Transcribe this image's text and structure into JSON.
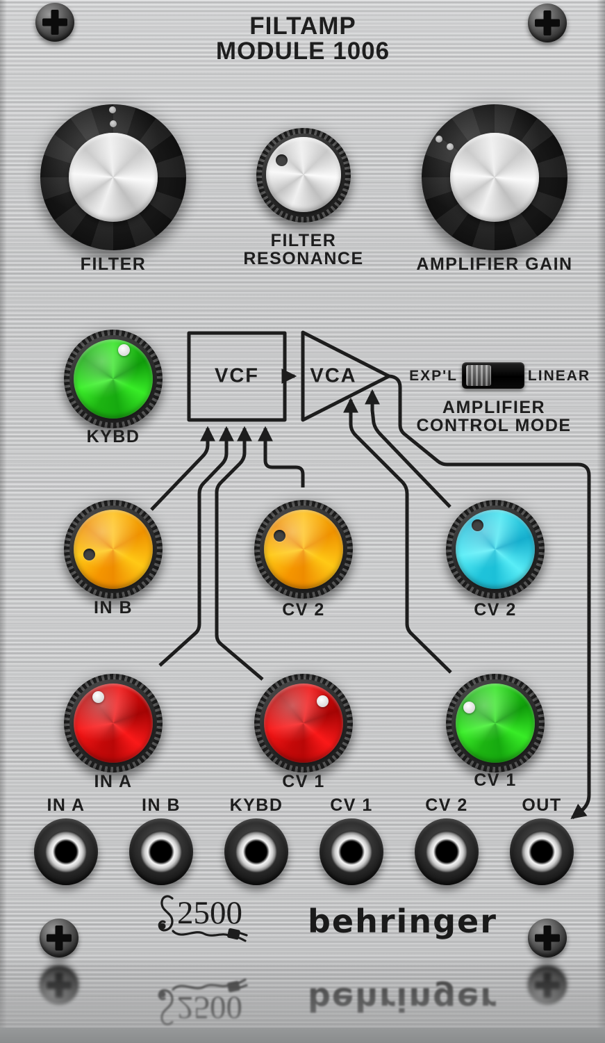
{
  "panel": {
    "title_line1": "FILTAMP",
    "title_line2": "MODULE 1006",
    "brand": "behringer",
    "series_logo": "2500",
    "colors": {
      "panel": "#c9cacb",
      "ink": "#1d1d1d",
      "knob_green": "#22cc1e",
      "knob_orange": "#ffb00a",
      "knob_cyan": "#35d8e8",
      "knob_red": "#e01010"
    }
  },
  "knobs": {
    "filter": {
      "label": "FILTER"
    },
    "resonance": {
      "label_line1": "FILTER",
      "label_line2": "RESONANCE"
    },
    "amp_gain": {
      "label": "AMPLIFIER GAIN"
    },
    "kybd": {
      "label": "KYBD",
      "color": "green"
    },
    "in_b": {
      "label": "IN B",
      "color": "orange"
    },
    "cv2_filter": {
      "label": "CV 2",
      "color": "orange"
    },
    "cv2_amp": {
      "label": "CV 2",
      "color": "cyan"
    },
    "in_a": {
      "label": "IN A",
      "color": "red"
    },
    "cv1_filter": {
      "label": "CV 1",
      "color": "red"
    },
    "cv1_amp": {
      "label": "CV 1",
      "color": "green"
    }
  },
  "diagram": {
    "vcf": "VCF",
    "vca": "VCA"
  },
  "switch": {
    "left_label": "EXP'L",
    "right_label": "LINEAR",
    "position": "EXP'L",
    "caption_line1": "AMPLIFIER",
    "caption_line2": "CONTROL MODE"
  },
  "jacks": [
    {
      "label": "IN A"
    },
    {
      "label": "IN B"
    },
    {
      "label": "KYBD"
    },
    {
      "label": "CV 1"
    },
    {
      "label": "CV 2"
    },
    {
      "label": "OUT"
    }
  ]
}
